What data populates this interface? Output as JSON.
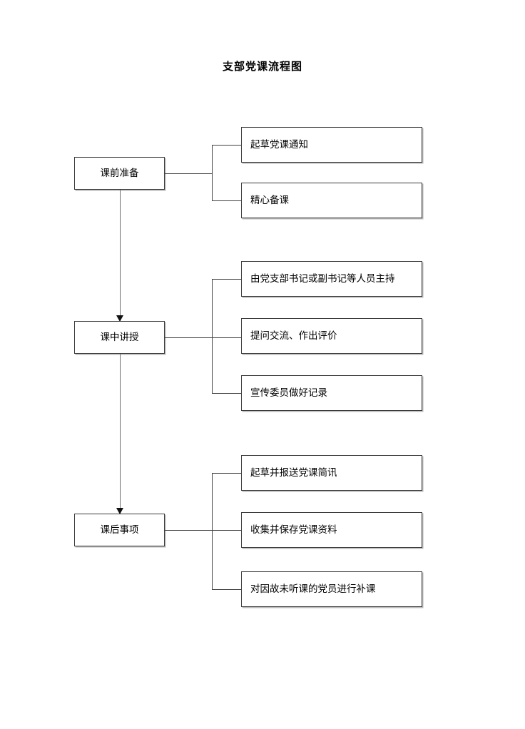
{
  "document": {
    "title": "支部党课流程图"
  },
  "flowchart": {
    "type": "flowchart",
    "orientation": "vertical-with-right-branches",
    "stages": [
      {
        "id": "stage-1",
        "label": "课前准备",
        "tasks": [
          {
            "id": "task-1-1",
            "label": "起草党课通知"
          },
          {
            "id": "task-1-2",
            "label": "精心备课"
          }
        ]
      },
      {
        "id": "stage-2",
        "label": "课中讲授",
        "tasks": [
          {
            "id": "task-2-1",
            "label": "由党支部书记或副书记等人员主持"
          },
          {
            "id": "task-2-2",
            "label": "提问交流、作出评价"
          },
          {
            "id": "task-2-3",
            "label": "宣传委员做好记录"
          }
        ]
      },
      {
        "id": "stage-3",
        "label": "课后事项",
        "tasks": [
          {
            "id": "task-3-1",
            "label": "起草并报送党课简讯"
          },
          {
            "id": "task-3-2",
            "label": "收集并保存党课资料"
          },
          {
            "id": "task-3-3",
            "label": "对因故未听课的党员进行补课"
          }
        ]
      }
    ],
    "colors": {
      "box_border": "#3a3a3a",
      "box_shadow": "#b8b8b8",
      "connector": "#3f3f3f",
      "flow_arrow": "#111111",
      "background": "#ffffff",
      "text": "#000000"
    }
  }
}
